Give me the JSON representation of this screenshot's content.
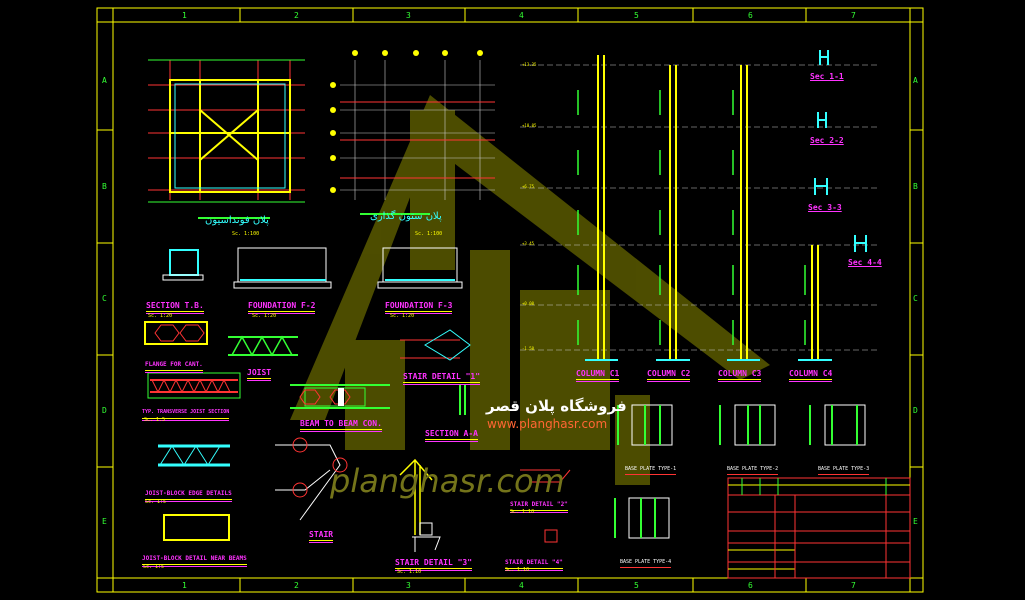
{
  "sheet": {
    "column_numbers": [
      "1",
      "2",
      "3",
      "4",
      "5",
      "6",
      "7"
    ],
    "row_letters": [
      "A",
      "B",
      "C",
      "D",
      "E"
    ]
  },
  "plans": {
    "foundation_plan_title": "پلان فونداسیون",
    "foundation_plan_scale": "Sc. 1:100",
    "column_plan_title": "پلان ستون گذاری",
    "column_plan_scale": "Sc. 1:100"
  },
  "details": [
    {
      "label": "SECTION T.B.",
      "scale": "Sc. 1:20"
    },
    {
      "label": "FOUNDATION F-2",
      "scale": "Sc. 1:20"
    },
    {
      "label": "FOUNDATION F-3",
      "scale": "Sc. 1:20"
    },
    {
      "label": "FLANGE FOR CANT.",
      "scale": ""
    },
    {
      "label": "JOIST",
      "scale": ""
    },
    {
      "label": "TYP. TRANSVERSE JOIST SECTION",
      "scale": "Sc. 1:5"
    },
    {
      "label": "BEAM TO BEAM CON.",
      "scale": ""
    },
    {
      "label": "STAIR DETAIL \"1\"",
      "scale": ""
    },
    {
      "label": "SECTION A-A",
      "scale": ""
    },
    {
      "label": "JOIST-BLOCK EDGE DETAILS",
      "scale": "Sc. 1:5"
    },
    {
      "label": "JOIST-BLOCK DETAIL NEAR BEAMS",
      "scale": "Sc. 1:5"
    },
    {
      "label": "STAIR",
      "scale": ""
    },
    {
      "label": "STAIR DETAIL \"3\"",
      "scale": "Sc. 1:10"
    },
    {
      "label": "STAIR DETAIL \"2\"",
      "scale": "Sc. 1:10"
    },
    {
      "label": "STAIR DETAIL \"4\"",
      "scale": "Sc. 1:10"
    }
  ],
  "columns": [
    {
      "label": "COLUMN  C1"
    },
    {
      "label": "COLUMN  C2"
    },
    {
      "label": "COLUMN  C3"
    },
    {
      "label": "COLUMN  C4"
    }
  ],
  "sections": [
    "Sec 1-1",
    "Sec 2-2",
    "Sec 3-3",
    "Sec 4-4"
  ],
  "base_plates": [
    "BASE PLATE TYPE-1",
    "BASE PLATE TYPE-2",
    "BASE PLATE TYPE-3",
    "BASE PLATE TYPE-4"
  ],
  "elevations": [
    "+13.35",
    "+10.05",
    "+6.75",
    "+3.45",
    "+0.00",
    "-1.50"
  ],
  "watermark": {
    "store_name": "فروشگاه پلان قصر",
    "url": "www.planghasr.com",
    "big_text": "planghasr.com"
  },
  "colors": {
    "frame": "#ffff00",
    "border": "#ff3333",
    "title": "#ff33ff",
    "grid": "#33ff33",
    "watermark": "#6b6b00"
  }
}
